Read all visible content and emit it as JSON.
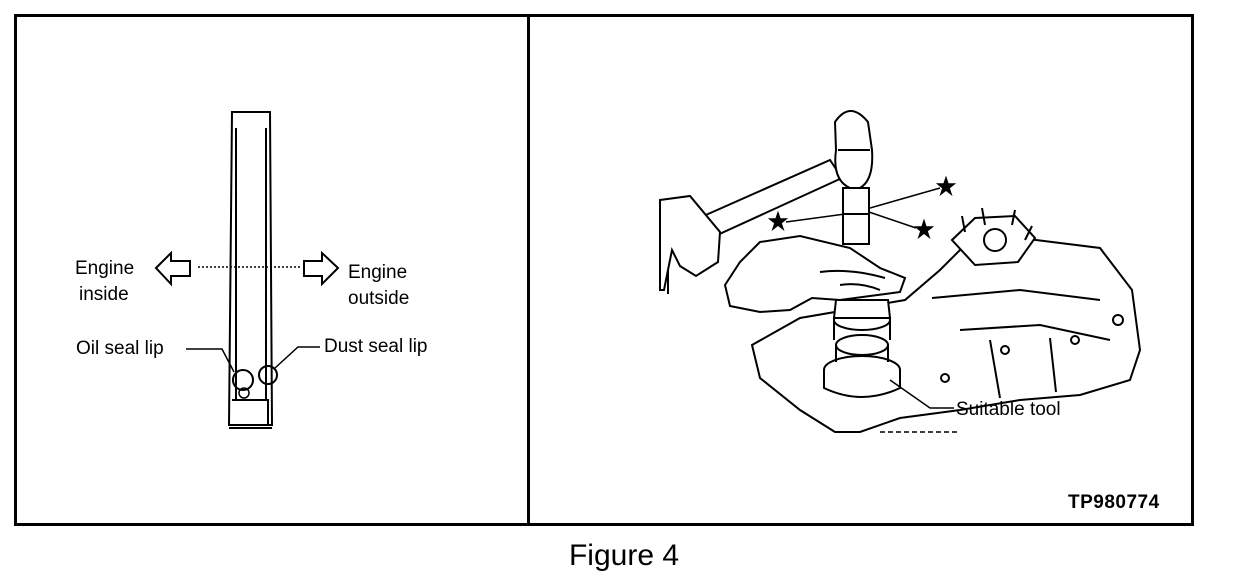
{
  "left_panel": {
    "label_engine_inside_1": "Engine",
    "label_engine_inside_2": "inside",
    "label_engine_outside_1": "Engine",
    "label_engine_outside_2": "outside",
    "label_oil_seal_lip": "Oil seal lip",
    "label_dust_seal_lip": "Dust seal lip"
  },
  "right_panel": {
    "label_suitable_tool": "Suitable tool",
    "reference_code": "TP980774"
  },
  "caption": "Figure 4"
}
